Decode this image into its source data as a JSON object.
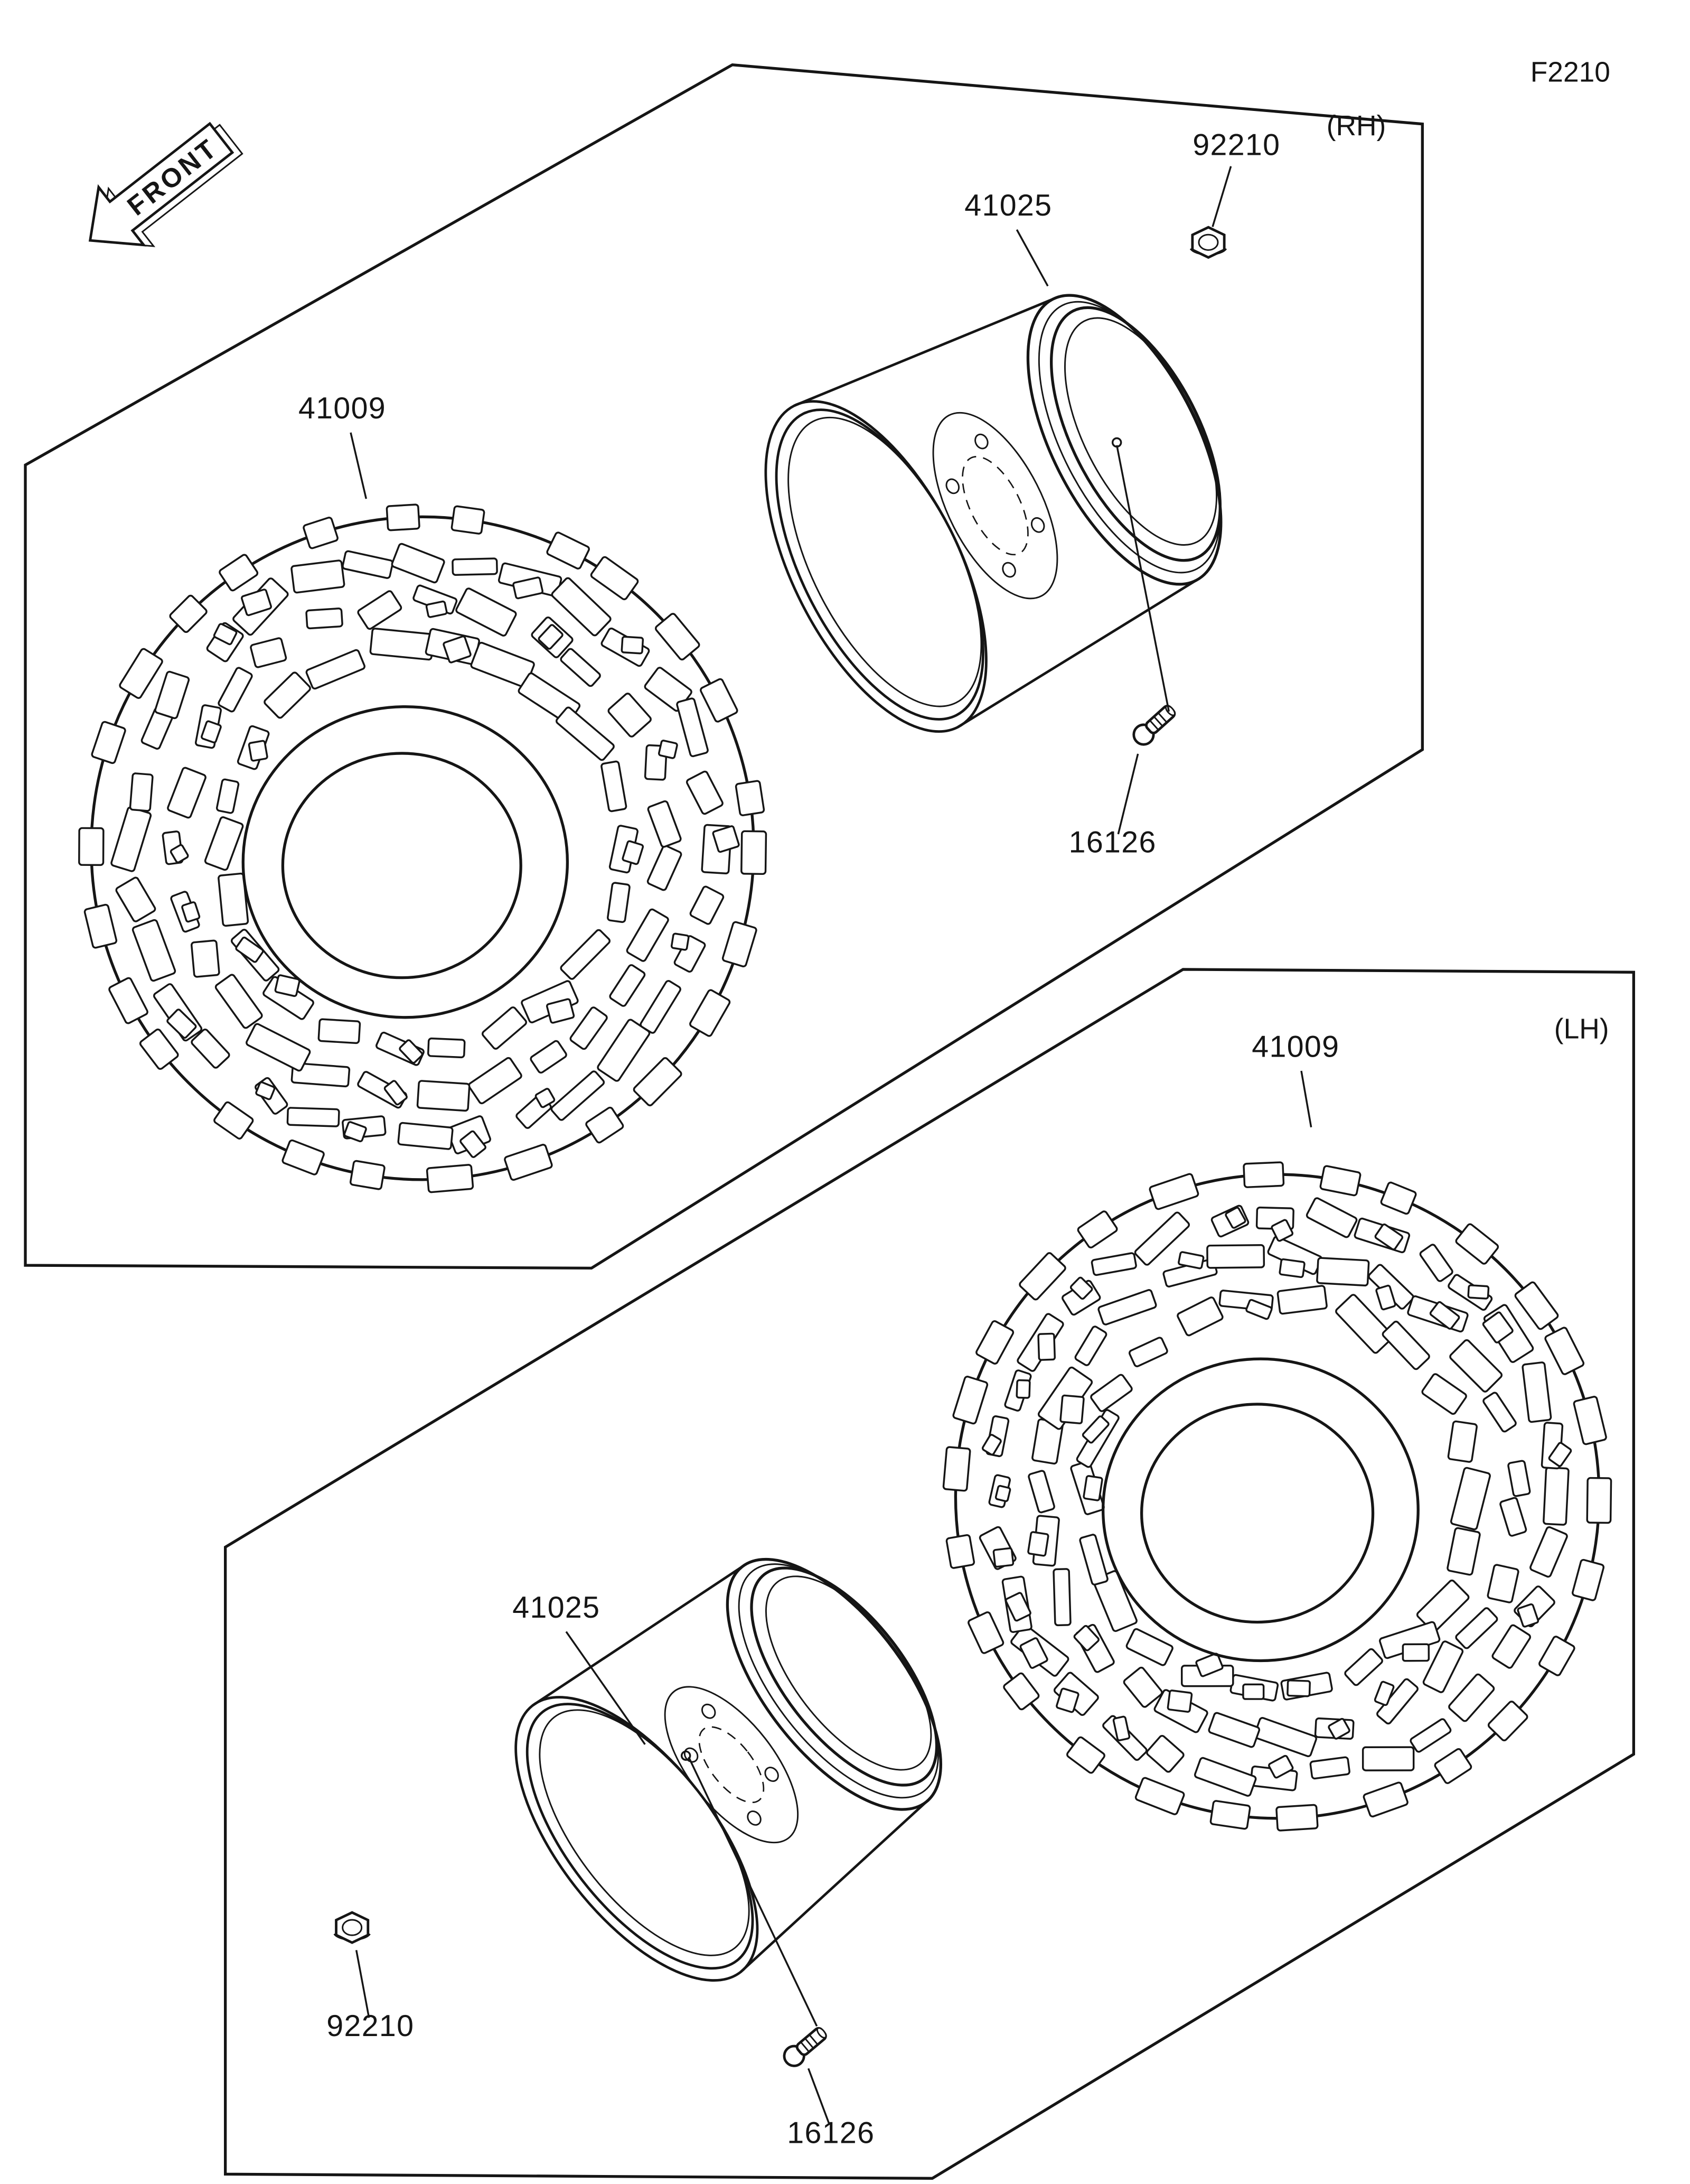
{
  "figure": {
    "code": "F2210",
    "front_label": "FRONT",
    "panels": {
      "right": "(RH)",
      "left": "(LH)"
    }
  },
  "parts": {
    "tire_number": "41009",
    "rim_number": "41025",
    "nut_number": "92210",
    "valve_number": "16126"
  },
  "colors": {
    "line": "#151515",
    "background": "#ffffff"
  }
}
